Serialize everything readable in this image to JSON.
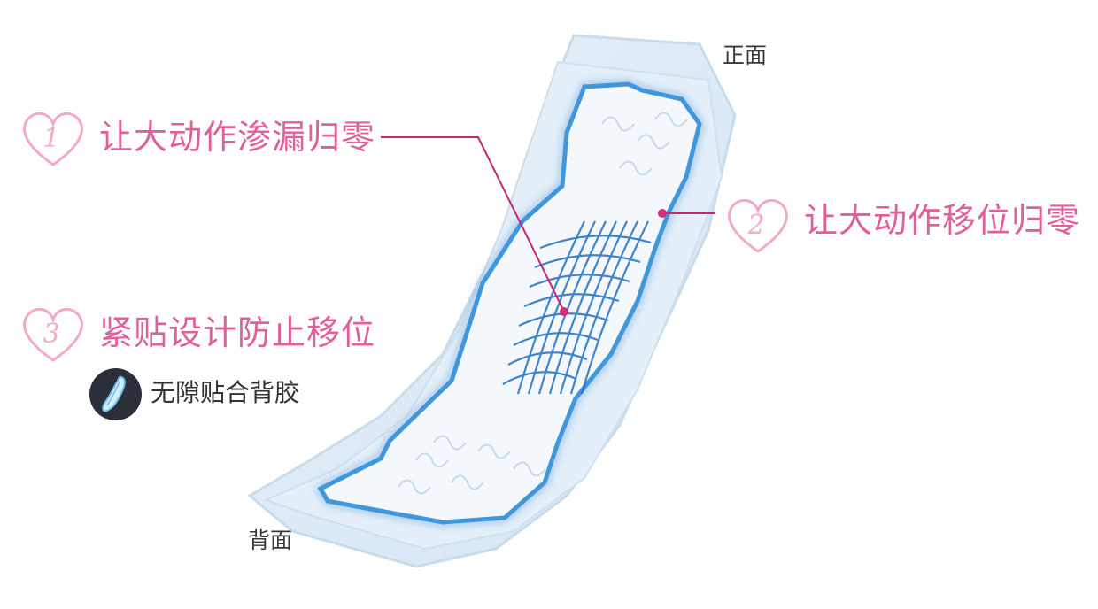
{
  "labels": {
    "front": "正面",
    "back": "背面"
  },
  "callouts": [
    {
      "number": "1",
      "text": "让大动作渗漏归零"
    },
    {
      "number": "2",
      "text": "让大动作移位归零"
    },
    {
      "number": "3",
      "text": "紧贴设计防止移位"
    }
  ],
  "feature": {
    "icon": "sanitary-pad-icon",
    "text": "无隙贴合背胶"
  },
  "colors": {
    "accent_pink": "#e0609c",
    "heart_pink": "#f3a9c8",
    "pad_glow": "#5fb3ea",
    "grid_blue": "#1f6fc4",
    "pad_base": "#dbe9f5",
    "icon_bg": "#2b2f3a"
  }
}
